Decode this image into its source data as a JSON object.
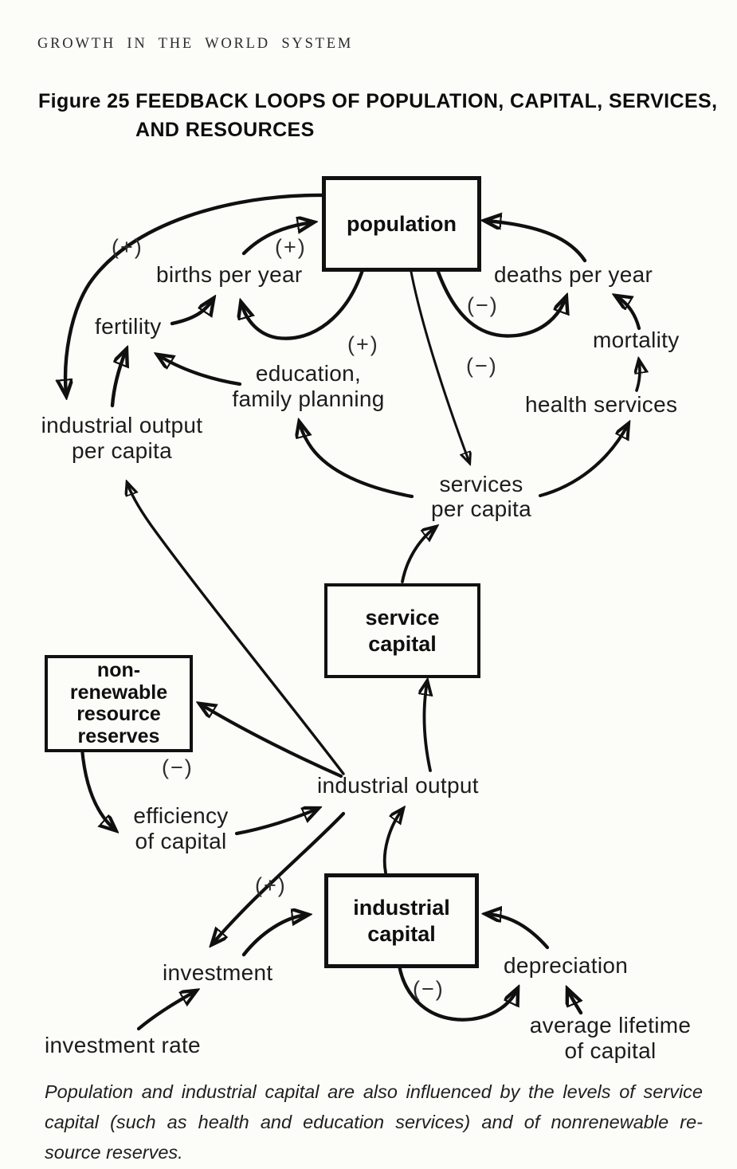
{
  "page": {
    "running_head": "GROWTH IN THE WORLD SYSTEM",
    "figure_title_line1": "Figure 25 FEEDBACK LOOPS OF POPULATION, CAPITAL, SERVICES,",
    "figure_title_line2": "AND RESOURCES",
    "caption_lines": [
      "Population and industrial capital are also influenced by the levels of service",
      "capital (such as health and education services) and of nonrenewable re-",
      "source reserves."
    ]
  },
  "diagram": {
    "boxes": {
      "population": "population",
      "service_capital_line1": "service",
      "service_capital_line2": "capital",
      "nonrenewable_line1": "non-",
      "nonrenewable_line2": "renewable",
      "nonrenewable_line3": "resource",
      "nonrenewable_line4": "reserves",
      "industrial_capital_line1": "industrial",
      "industrial_capital_line2": "capital"
    },
    "nodes": {
      "births_per_year": "births per year",
      "deaths_per_year": "deaths per year",
      "fertility": "fertility",
      "mortality": "mortality",
      "education_line1": "education,",
      "education_line2": "family planning",
      "health_services": "health services",
      "industrial_output_per_capita_line1": "industrial output",
      "industrial_output_per_capita_line2": "per capita",
      "services_per_capita_line1": "services",
      "services_per_capita_line2": "per capita",
      "industrial_output": "industrial output",
      "efficiency_line1": "efficiency",
      "efficiency_line2": "of capital",
      "investment": "investment",
      "depreciation": "depreciation",
      "investment_rate": "investment rate",
      "average_lifetime_line1": "average lifetime",
      "average_lifetime_line2": "of capital"
    },
    "polarity": {
      "plus": "(+)",
      "minus": "(−)"
    },
    "edges": [
      {
        "from": "births per year",
        "to": "population",
        "sign": "(+)"
      },
      {
        "from": "population",
        "to": "births per year",
        "sign": "(+)"
      },
      {
        "from": "population",
        "to": "deaths per year",
        "sign": "(−)"
      },
      {
        "from": "deaths per year",
        "to": "population"
      },
      {
        "from": "fertility",
        "to": "births per year"
      },
      {
        "from": "mortality",
        "to": "deaths per year"
      },
      {
        "from": "health services",
        "to": "mortality"
      },
      {
        "from": "services per capita",
        "to": "health services"
      },
      {
        "from": "services per capita",
        "to": "education, family planning"
      },
      {
        "from": "education, family planning",
        "to": "fertility"
      },
      {
        "from": "industrial output per capita",
        "to": "fertility"
      },
      {
        "from": "population",
        "to": "industrial output per capita",
        "sign": "(+)"
      },
      {
        "from": "population",
        "to": "services per capita",
        "sign": "(−)"
      },
      {
        "from": "service capital",
        "to": "services per capita"
      },
      {
        "from": "industrial output",
        "to": "service capital"
      },
      {
        "from": "industrial capital",
        "to": "industrial output"
      },
      {
        "from": "efficiency of capital",
        "to": "industrial output"
      },
      {
        "from": "industrial output",
        "to": "industrial output per capita"
      },
      {
        "from": "industrial output",
        "to": "non-renewable resource reserves",
        "sign": "(−)"
      },
      {
        "from": "non-renewable resource reserves",
        "to": "efficiency of capital"
      },
      {
        "from": "industrial output",
        "to": "investment"
      },
      {
        "from": "investment",
        "to": "industrial capital",
        "sign": "(+)"
      },
      {
        "from": "investment rate",
        "to": "investment"
      },
      {
        "from": "industrial capital",
        "to": "depreciation",
        "sign": "(−)"
      },
      {
        "from": "depreciation",
        "to": "industrial capital"
      },
      {
        "from": "average lifetime of capital",
        "to": "depreciation"
      }
    ],
    "colors": {
      "ink": "#101010",
      "paper": "#fcfcf9"
    }
  }
}
